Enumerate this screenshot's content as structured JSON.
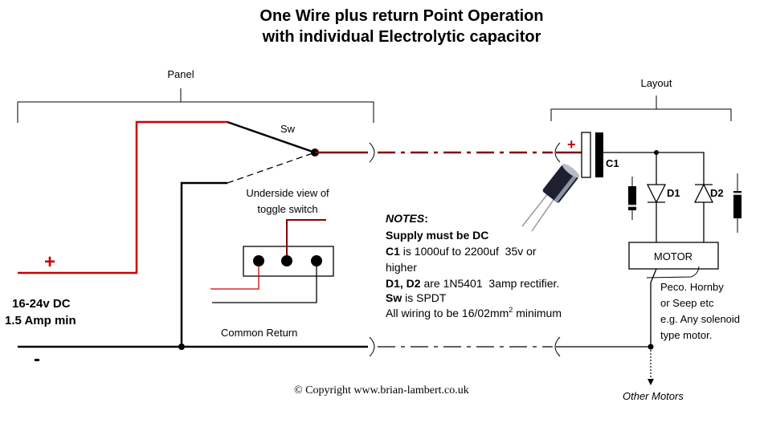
{
  "title": {
    "line1": "One Wire plus return Point Operation",
    "line2": "with individual Electrolytic capacitor"
  },
  "labels": {
    "panel": "Panel",
    "layout": "Layout",
    "switch": "Sw",
    "toggle_line1": "Underside view of",
    "toggle_line2": "toggle switch",
    "capacitor": "C1",
    "diode1": "D1",
    "diode2": "D2",
    "motor": "MOTOR",
    "plus": "+",
    "minus": "-",
    "cap_plus": "+",
    "supply_line1": "16-24v DC",
    "supply_line2": "1.5 Amp min",
    "common_return": "Common Return",
    "other_motors": "Other Motors",
    "copyright": "© Copyright www.brian-lambert.co.uk"
  },
  "motor_note": {
    "line1": "Peco. Hornby",
    "line2": "or Seep etc",
    "line3": "e.g. Any solenoid",
    "line4": "type motor."
  },
  "notes": {
    "heading": "NOTES",
    "colon": ":",
    "line1": "Supply must be DC",
    "c1_label": "C1",
    "c1_text": " is 1000uf to 2200uf  35v or",
    "c1_text2": "higher",
    "d_label": "D1, D2",
    "d_text": " are 1N5401  3amp rectifier.",
    "sw_label": "Sw",
    "sw_text": " is SPDT",
    "wiring_text": "All wiring to be 16/02mm",
    "wiring_sup": "2",
    "wiring_end": " minimum"
  },
  "colors": {
    "positive_wire": "#cc0000",
    "return_wire": "#000000",
    "signal_wire": "#880000"
  }
}
